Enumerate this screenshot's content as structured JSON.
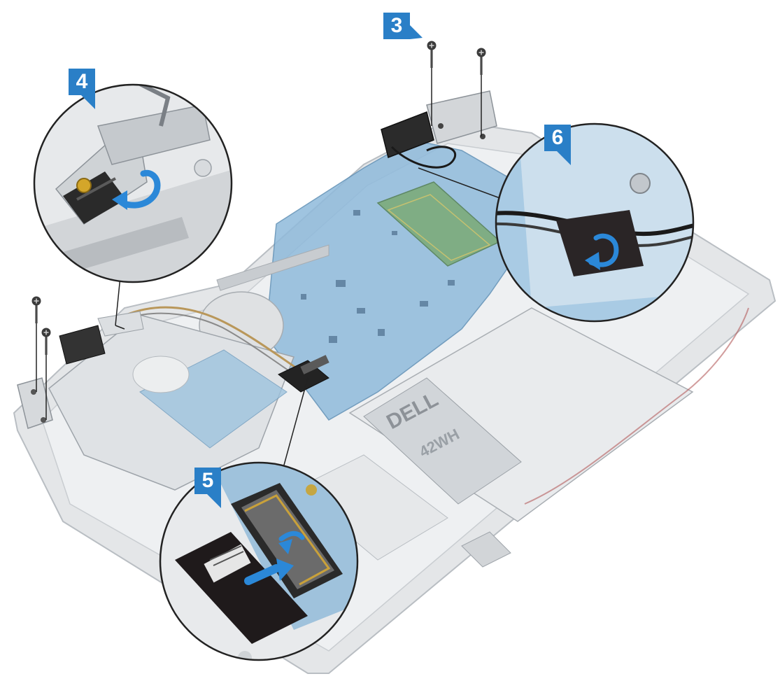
{
  "steps": {
    "s3": "3",
    "s4": "4",
    "s5": "5",
    "s6": "6"
  },
  "logo": "DELL",
  "battery_text": "42WH",
  "icons": {
    "screw": "screw-icon",
    "rotate_arrow": "rotate-arrow-icon",
    "push_arrow": "push-arrow-icon",
    "peel_arrow": "peel-arrow-icon"
  },
  "colors": {
    "label_blue": "#2a7fc7",
    "arrow_blue": "#2b88d8",
    "board_blue": "#86b4d6",
    "chassis_gray": "#e3e5e7",
    "cable_black": "#1a1a1a"
  }
}
